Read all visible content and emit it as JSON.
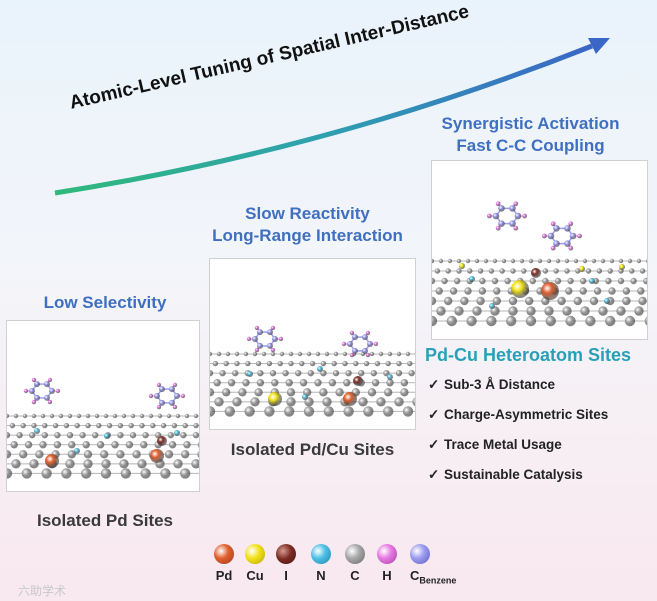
{
  "arrow_label": "Atomic-Level Tuning of Spatial Inter-Distance",
  "stages": [
    {
      "title_lines": [
        "Low Selectivity"
      ],
      "caption": "Isolated Pd Sites"
    },
    {
      "title_lines": [
        "Slow Reactivity",
        "Long-Range Interaction"
      ],
      "caption": "Isolated Pd/Cu Sites"
    },
    {
      "title_lines": [
        "Synergistic Activation",
        "Fast C-C Coupling"
      ],
      "caption": "Pd-Cu Heteroatom Sites"
    }
  ],
  "features": [
    "Sub-3 Å Distance",
    "Charge-Asymmetric Sites",
    "Trace Metal Usage",
    "Sustainable Catalysis"
  ],
  "check_glyph": "✓",
  "legend": [
    {
      "label": "Pd",
      "color": "#e0602e"
    },
    {
      "label": "Cu",
      "color": "#f2e21a"
    },
    {
      "label": "I",
      "color": "#7a2b22"
    },
    {
      "label": "N",
      "color": "#4fc0e6"
    },
    {
      "label": "C",
      "color": "#a8a8a8"
    },
    {
      "label": "H",
      "color": "#e67ae3"
    },
    {
      "label": "C",
      "sub": "Benzene",
      "color": "#9c9cf0"
    }
  ],
  "watermark": "六助学术"
}
